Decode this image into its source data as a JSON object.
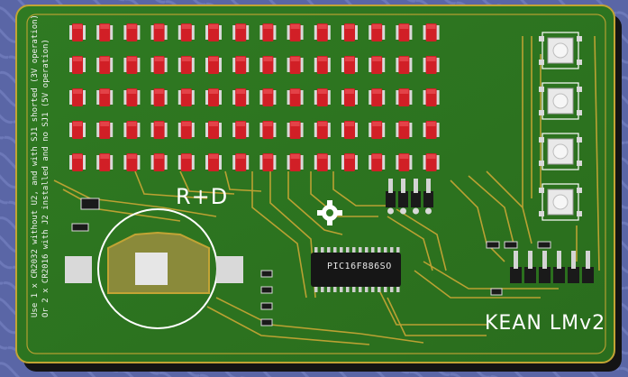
{
  "board": {
    "title_label": "R+D",
    "model_label": "KEAN LMv2",
    "chip_label": "PIC16F886SO",
    "note_line_1": "Use 1 x CR2032 without U2, and with SJ1 shorted (3V operation)",
    "note_line_2": "Or 2 x CR2016 with J2 installed and no SJ1 (5V operation)"
  },
  "led_matrix": {
    "rows": 5,
    "cols": 14
  },
  "buttons": {
    "count": 4
  },
  "headers": {
    "top_pins": 4,
    "right_pins": 6
  },
  "colors": {
    "pcb": "#2f7a22",
    "pcb_dark": "#1f5c16",
    "trace": "#c2a434",
    "led": "#d11f26",
    "pad": "#d9d9d9",
    "silk": "#ffffff",
    "background": "#5e6aa8"
  }
}
